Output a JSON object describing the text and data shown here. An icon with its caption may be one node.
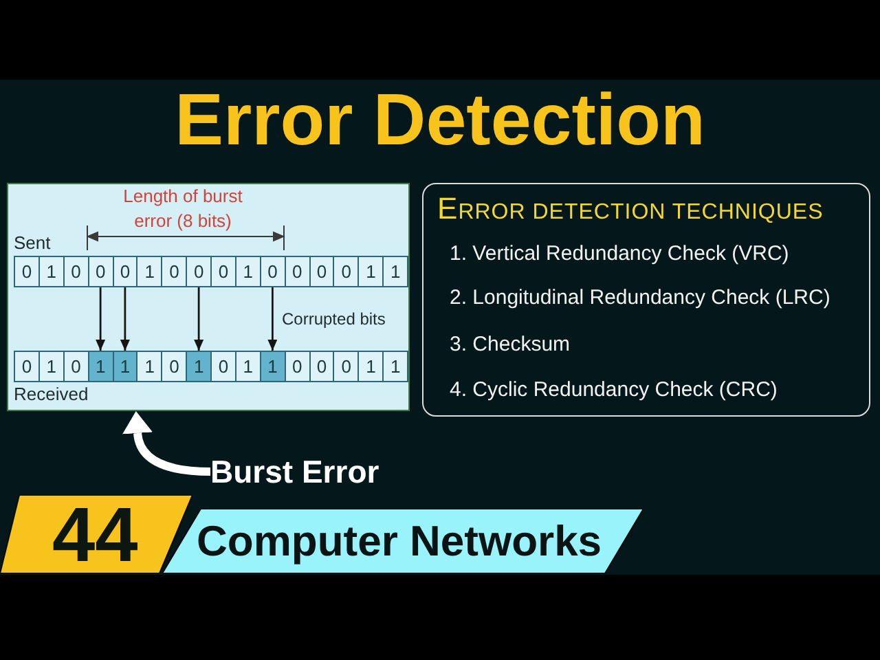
{
  "diagram": {
    "title": "Error Detection",
    "nodes": [
      {
        "text": [
          "Length of burst error (8 bits)",
          "Sent",
          "Corrupted bits",
          "Received"
        ]
      },
      {
        "text": [
          "0"
        ],
        "in": 0
      },
      {
        "text": [
          "1"
        ],
        "in": 0
      },
      {
        "text": [
          "0"
        ],
        "in": 0
      },
      {
        "text": [
          "0"
        ],
        "in": 0
      },
      {
        "text": [
          "0"
        ],
        "in": 0
      },
      {
        "text": [
          "1"
        ],
        "in": 0
      },
      {
        "text": [
          "0"
        ],
        "in": 0
      },
      {
        "text": [
          "0"
        ],
        "in": 0
      },
      {
        "text": [
          "0"
        ],
        "in": 0
      },
      {
        "text": [
          "1"
        ],
        "in": 0
      },
      {
        "text": [
          "0"
        ],
        "in": 0
      },
      {
        "text": [
          "0"
        ],
        "in": 0
      },
      {
        "text": [
          "0"
        ],
        "in": 0
      },
      {
        "text": [
          "0"
        ],
        "in": 0
      },
      {
        "text": [
          "1"
        ],
        "in": 0
      },
      {
        "text": [
          "1"
        ],
        "in": 0
      },
      {
        "text": [
          "0"
        ],
        "in": 0
      },
      {
        "text": [
          "1"
        ],
        "in": 0
      },
      {
        "text": [
          "0"
        ],
        "in": 0
      },
      {
        "text": [
          "1"
        ],
        "in": 0
      },
      {
        "text": [
          "1"
        ],
        "in": 0
      },
      {
        "text": [
          "1"
        ],
        "in": 0
      },
      {
        "text": [
          "0"
        ],
        "in": 0
      },
      {
        "text": [
          "1"
        ],
        "in": 0
      },
      {
        "text": [
          "0"
        ],
        "in": 0
      },
      {
        "text": [
          "1"
        ],
        "in": 0
      },
      {
        "text": [
          "1"
        ],
        "in": 0
      },
      {
        "text": [
          "0"
        ],
        "in": 0
      },
      {
        "text": [
          "0"
        ],
        "in": 0
      },
      {
        "text": [
          "0"
        ],
        "in": 0
      },
      {
        "text": [
          "1"
        ],
        "in": 0
      },
      {
        "text": [
          "1"
        ],
        "in": 0
      },
      {
        "text": [
          "ERROR DETECTION TECHNIQUES",
          "1. Vertical Redundancy Check (VRC)",
          "2. Longitudinal Redundancy Check (LRC)",
          "3. Checksum",
          "4. Cyclic Redundancy Check (CRC)"
        ]
      },
      {
        "text": [
          "Burst Error"
        ]
      },
      {
        "text": [
          "44"
        ]
      },
      {
        "text": [
          "Computer Networks"
        ]
      }
    ],
    "edges": [
      {
        "from": 4,
        "to": 20,
        "arrow": "to"
      },
      {
        "from": 5,
        "to": 21,
        "arrow": "to"
      },
      {
        "from": 8,
        "to": 24,
        "arrow": "to"
      },
      {
        "from": 11,
        "to": 27,
        "arrow": "to"
      },
      {
        "from": 34,
        "to": 0,
        "arrow": "to",
        "style": "thick",
        "color": "#ffffff"
      }
    ]
  }
}
